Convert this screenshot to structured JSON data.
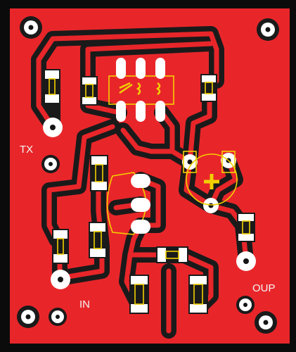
{
  "board": {
    "labels": {
      "tx": "TX",
      "in": "IN",
      "oup": "OUP"
    },
    "colors": {
      "background": "#0b0b0b",
      "copper_fill": "#e8262a",
      "clearance": "#1a1a1a",
      "pad": "#ffffff",
      "silkscreen_outline": "#f2d000",
      "silkscreen_text": "#f4f4f4"
    }
  }
}
